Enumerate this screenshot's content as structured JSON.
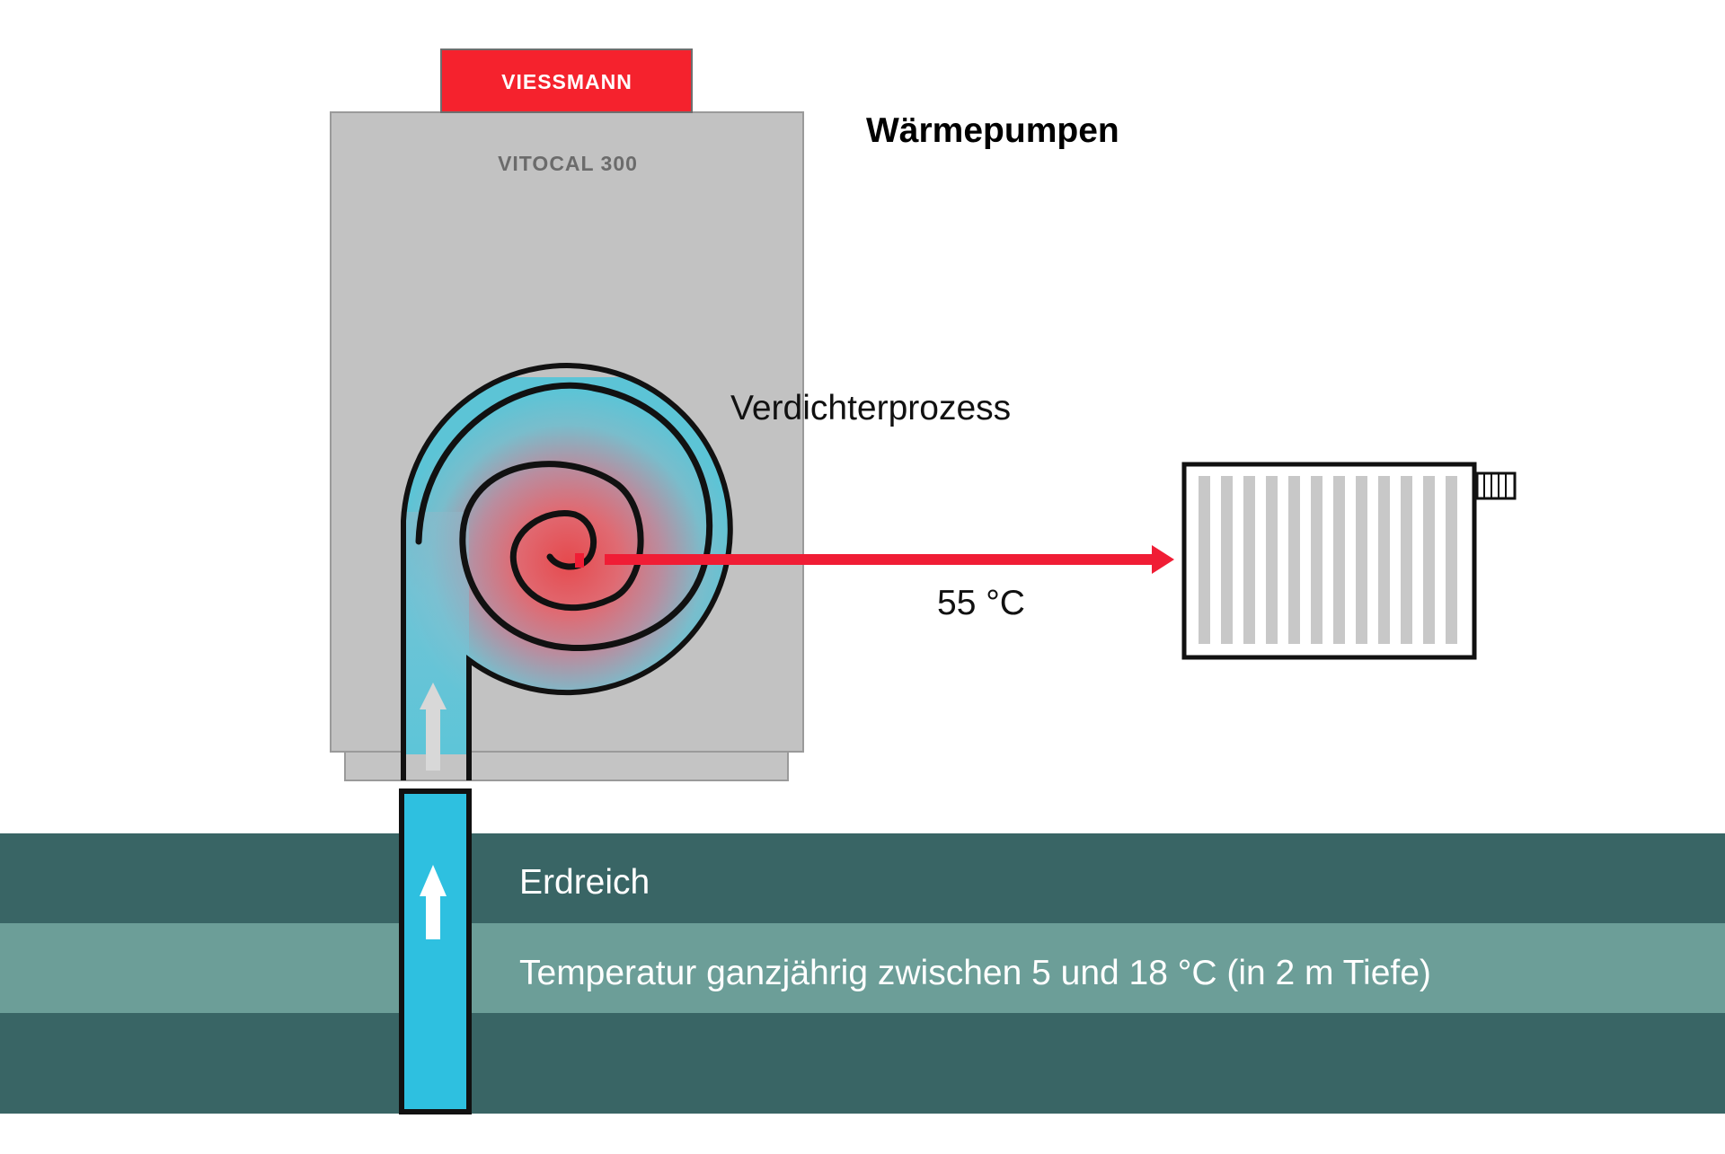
{
  "title": "Wärmepumpen",
  "unit": {
    "brand": "VIESSMANN",
    "model": "VITOCAL 300"
  },
  "labels": {
    "process": "Verdichterprozess",
    "output_temperature": "55 °C",
    "ground_title": "Erdreich",
    "ground_temperature": "Temperatur ganzjährig zwischen 5 und 18 °C (in 2 m Tiefe)"
  },
  "colors": {
    "brand_red": "#f5222d",
    "unit_gray": "#c2c2c2",
    "pipe_blue": "#2ec0e0",
    "ground_dark": "#396565",
    "ground_light": "#6c9e98",
    "heat_arrow": "#f01d35",
    "radiator_fin": "#c8c8c8"
  },
  "icons": {
    "compressor": "spiral-compressor-icon",
    "radiator": "radiator-icon",
    "flow_arrow": "arrow-up-icon",
    "heat_arrow": "arrow-right-icon"
  }
}
